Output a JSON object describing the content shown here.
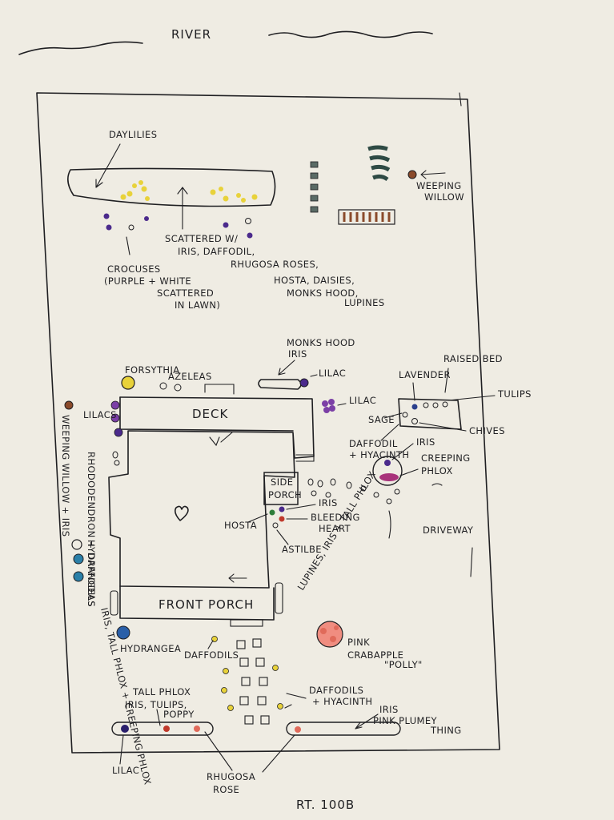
{
  "title": "RIVER",
  "road": "RT. 100B",
  "colors": {
    "paper": "#efece3",
    "ink": "#1f1f22",
    "yellow": "#e8d23a",
    "purple": "#4b2a8c",
    "violet": "#7b3fa6",
    "pink": "#e06a5a",
    "pink_bloom": "#f08d80",
    "red": "#c0392b",
    "blue": "#2a7fa8",
    "brown": "#8a4a2a"
  },
  "buildings": {
    "deck": "DECK",
    "front_porch": "FRONT PORCH",
    "side_porch": [
      "SIDE",
      "PORCH"
    ],
    "driveway": "DRIVEWAY"
  },
  "labels": {
    "day_lilies": "DAYLILIES",
    "scattered": [
      "SCATTERED W/",
      "IRIS, DAFFODIL,",
      "RHUGOSA ROSES,",
      "HOSTA, DAISIES,",
      "MONKS HOOD,",
      "LUPINES"
    ],
    "crocuses": [
      "CROCUSES",
      "(PURPLE + WHITE",
      "SCATTERED",
      "IN LAWN)"
    ],
    "weeping_willow_ne": [
      "WEEPING",
      "WILLOW"
    ],
    "forsythia": "FORSYTHIA",
    "azaleas": "AZELEAS",
    "monks_hood_iris": [
      "MONKS HOOD",
      "IRIS"
    ],
    "lilac_top": "LILAC",
    "lilac_right": "LILAC",
    "lavender": "LAVENDER",
    "raised_bed": "RAISED BED",
    "tulips": "TULIPS",
    "sage": "SAGE",
    "chives": "CHIVES",
    "daffodil_hyacinth_bed": [
      "DAFFODIL",
      "+ HYACINTH"
    ],
    "iris_bed": "IRIS",
    "creeping_phlox": [
      "CREEPING",
      "PHLOX"
    ],
    "lilacs_west": "LILACS",
    "weeping_willow_iris": "WEEPING WILLOW + IRIS",
    "rhododendron": "RHODODENDRON + DAFFODILS",
    "hydrangeas": "HYDRANGEAS",
    "iris_side": "IRIS",
    "hosta": "HOSTA",
    "bleeding_heart": [
      "BLEEDING",
      "HEART"
    ],
    "astilbe": "ASTILBE",
    "lupines_iris_phlox": "LUPINES, IRIS + TALL PHLOX",
    "iris_tall_phlox_creeping": "IRIS, TALL PHLOX + CREEPING PHLOX",
    "hydrangea": "HYDRANGEA",
    "daffodils_walk": "DAFFODILS",
    "pink_crabapple": [
      "PINK",
      "CRABAPPLE",
      "\"POLLY\""
    ],
    "daffodils_hyacinth_walk": [
      "DAFFODILS",
      "+ HYACINTH"
    ],
    "tall_phlox_group": [
      "TALL PHLOX",
      "IRIS, TULIPS,",
      "POPPY"
    ],
    "iris_pink_plumey": [
      "IRIS",
      "PINK PLUMEY",
      "THING"
    ],
    "lilac_bottom": "LILAC",
    "rhugosa_rose": [
      "RHUGOSA",
      "ROSE"
    ]
  }
}
